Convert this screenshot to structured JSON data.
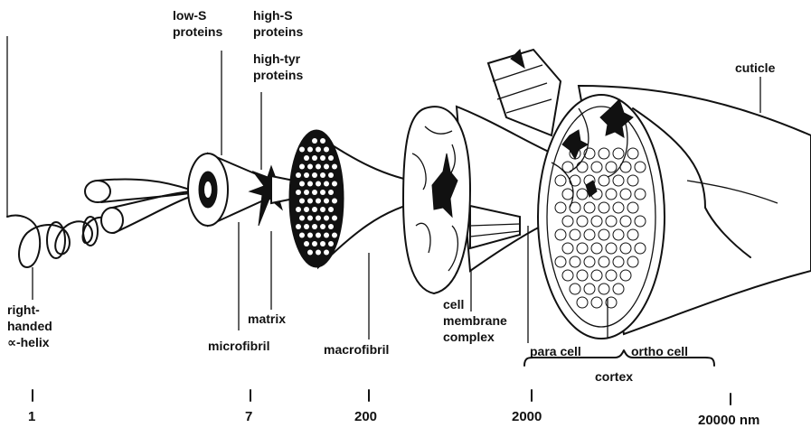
{
  "labels": {
    "low_s_proteins": [
      "low-S",
      "proteins"
    ],
    "high_s_proteins": [
      "high-S",
      "proteins"
    ],
    "high_tyr_proteins": [
      "high-tyr",
      "proteins"
    ],
    "cuticle": "cuticle",
    "right_handed_helix": [
      "right-",
      "handed",
      "∝-helix"
    ],
    "microfibril": "microfibril",
    "matrix": "matrix",
    "macrofibril": "macrofibril",
    "cell_membrane_complex": [
      "cell",
      "membrane",
      "complex"
    ],
    "para_cell": "para cell",
    "ortho_cell": "ortho cell",
    "cortex": "cortex"
  },
  "scale": {
    "ticks": [
      "1",
      "7",
      "200",
      "2000",
      "20000 nm"
    ]
  },
  "colors": {
    "ink": "#111111",
    "paper": "#ffffff"
  }
}
